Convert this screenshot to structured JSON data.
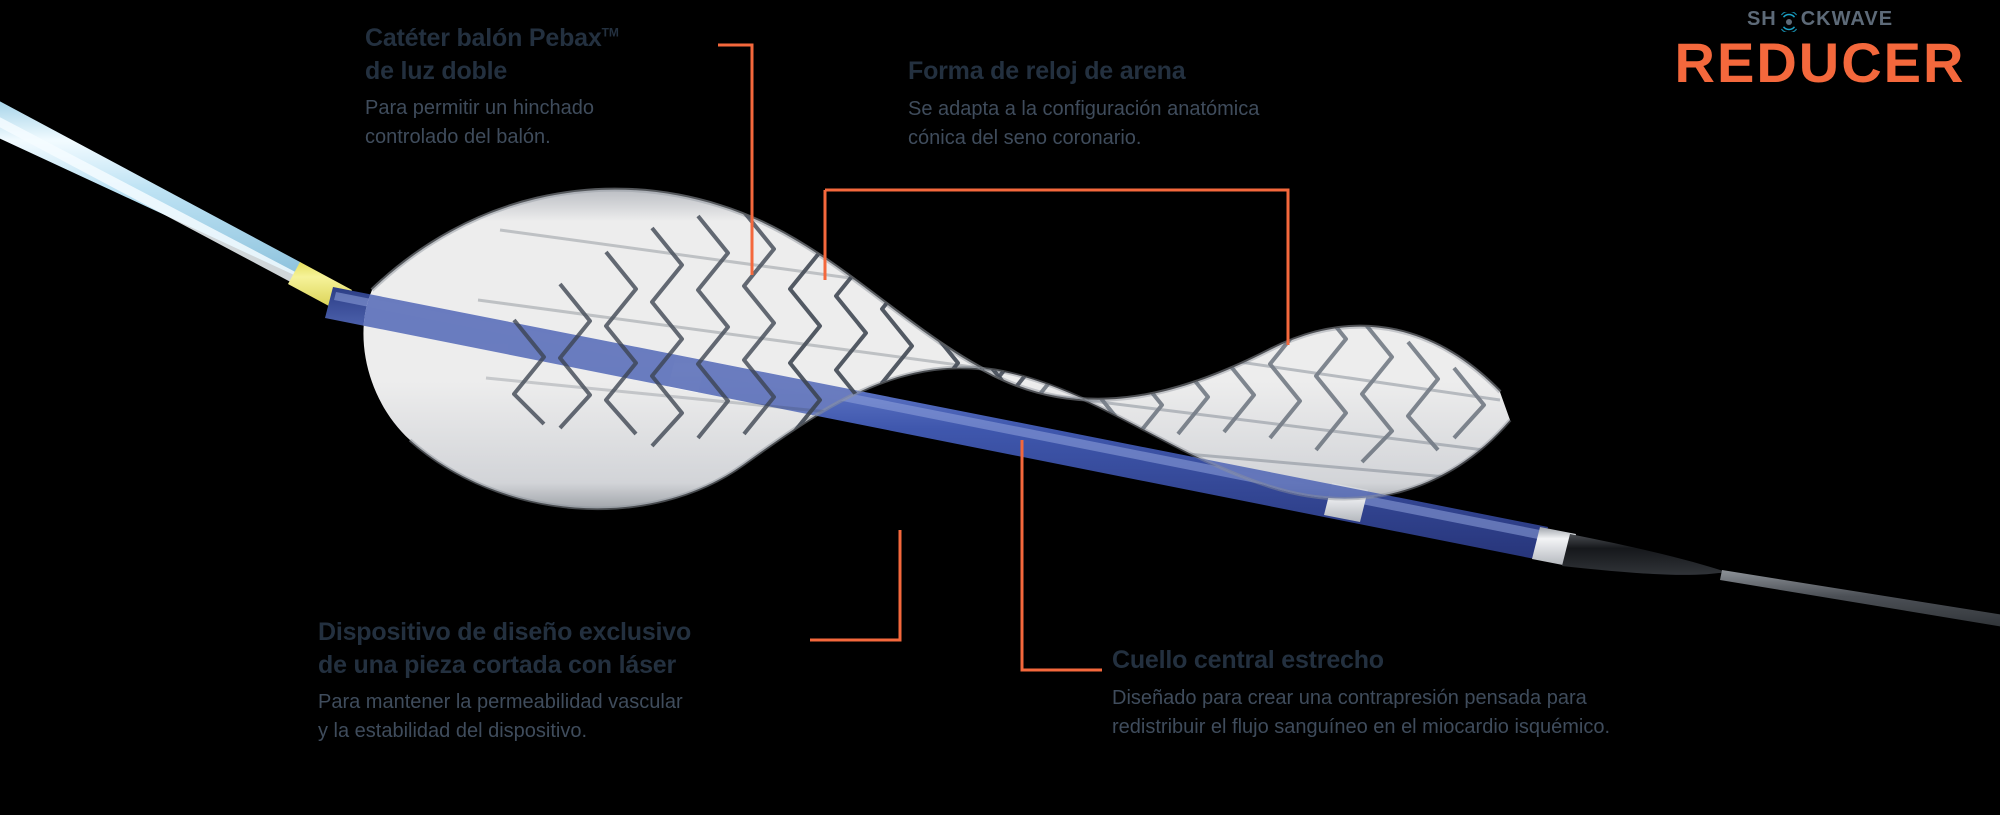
{
  "background_color": "#000000",
  "accent_color": "#f4683c",
  "heading_color": "#23303f",
  "body_color": "#3f4c5c",
  "logo": {
    "brand": "SH",
    "brand_rest": "CKWAVE",
    "product": "REDUCER",
    "brand_color": "#5d6a78",
    "product_color": "#f4683c"
  },
  "callouts": {
    "catheter": {
      "heading_line1": "Catéter balón Pebax",
      "trademark": "TM",
      "heading_line2": "de luz doble",
      "body_line1": "Para permitir un hinchado",
      "body_line2": "controlado del balón."
    },
    "hourglass": {
      "heading_line1": "Forma de reloj de arena",
      "body_line1": "Se adapta a la configuración anatómica",
      "body_line2": "cónica del seno coronario."
    },
    "laser": {
      "heading_line1": "Dispositivo de diseño exclusivo",
      "heading_line2": "de una pieza cortada con láser",
      "body_line1": "Para mantener la permeabilidad vascular",
      "body_line2": "y la estabilidad del dispositivo."
    },
    "neck": {
      "heading_line1": "Cuello central estrecho",
      "body_line1": "Diseñado para crear una contrapresión pensada para",
      "body_line2": "redistribuir el flujo sanguíneo en el miocardio isquémico."
    }
  },
  "device": {
    "shaft_outer_color": "#b5dcf0",
    "shaft_highlight_color": "#eaf7fd",
    "yellow_band_color": "#ece66a",
    "inner_shaft_color": "#3a52a8",
    "marker_band_color": "#d8dade",
    "tip_color": "#232323",
    "guidewire_color": "#6b6f74",
    "balloon_color": "#ffffff",
    "stent_strut_color": "#3c4450"
  }
}
